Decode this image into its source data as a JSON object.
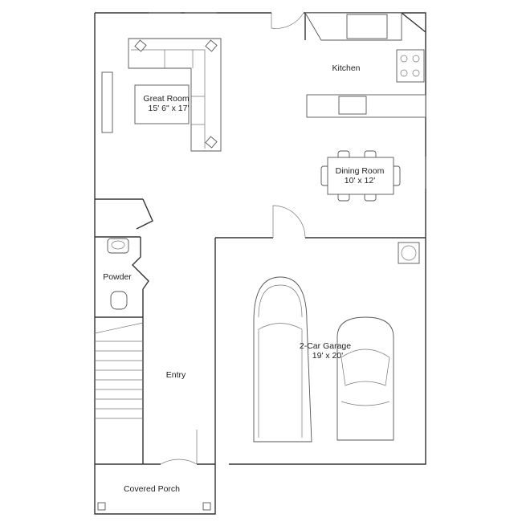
{
  "rooms": {
    "great_room": {
      "name": "Great Room",
      "size": "15' 6\" x 17'"
    },
    "kitchen": {
      "name": "Kitchen"
    },
    "dining_room": {
      "name": "Dining Room",
      "size": "10' x 12'"
    },
    "powder": {
      "name": "Powder"
    },
    "entry": {
      "name": "Entry"
    },
    "garage": {
      "name": "2-Car Garage",
      "size": "19' x 20'"
    },
    "porch": {
      "name": "Covered Porch"
    }
  }
}
